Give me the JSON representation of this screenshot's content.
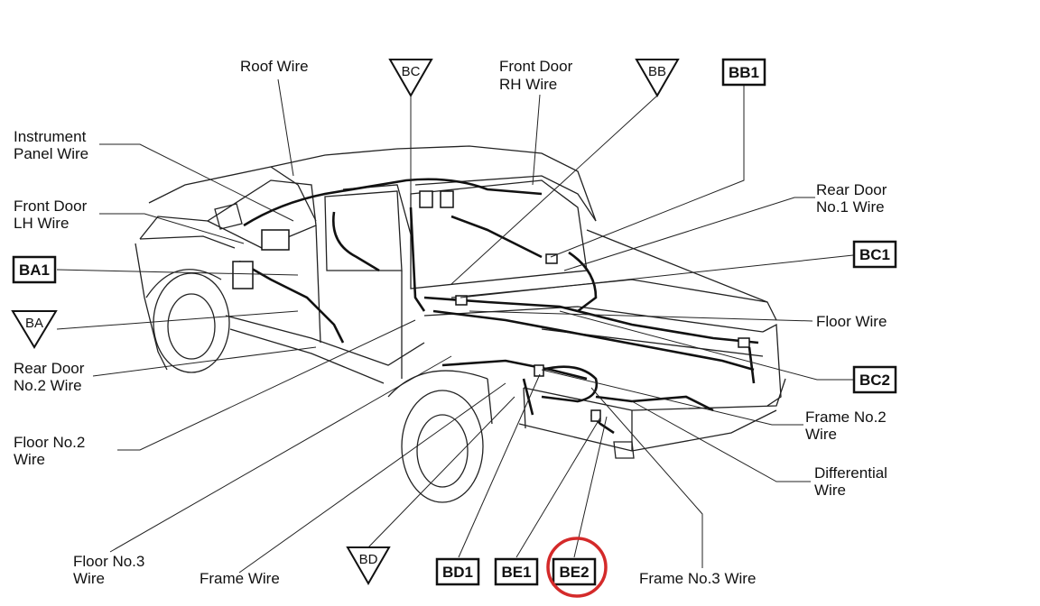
{
  "labels": {
    "roof_wire": "Roof Wire",
    "front_door_rh_wire": [
      "Front Door",
      "RH Wire"
    ],
    "instrument_panel_wire": [
      "Instrument",
      "Panel Wire"
    ],
    "front_door_lh_wire": [
      "Front Door",
      "LH Wire"
    ],
    "rear_door_no1_wire": [
      "Rear Door",
      "No.1 Wire"
    ],
    "floor_wire": "Floor Wire",
    "rear_door_no2_wire": [
      "Rear Door",
      "No.2 Wire"
    ],
    "floor_no2_wire": [
      "Floor No.2",
      "Wire"
    ],
    "frame_no2_wire": [
      "Frame No.2",
      "Wire"
    ],
    "differential_wire": [
      "Differential",
      "Wire"
    ],
    "floor_no3_wire": [
      "Floor No.3",
      "Wire"
    ],
    "frame_wire": "Frame Wire",
    "frame_no3_wire": "Frame No.3 Wire"
  },
  "triangle_codes": {
    "bc": "BC",
    "bb": "BB",
    "ba": "BA",
    "bd": "BD"
  },
  "box_codes": {
    "bb1": "BB1",
    "ba1": "BA1",
    "bc1": "BC1",
    "bc2": "BC2",
    "bd1": "BD1",
    "be1": "BE1",
    "be2": "BE2"
  },
  "highlight": {
    "target": "BE2",
    "color": "#d42a2a"
  }
}
